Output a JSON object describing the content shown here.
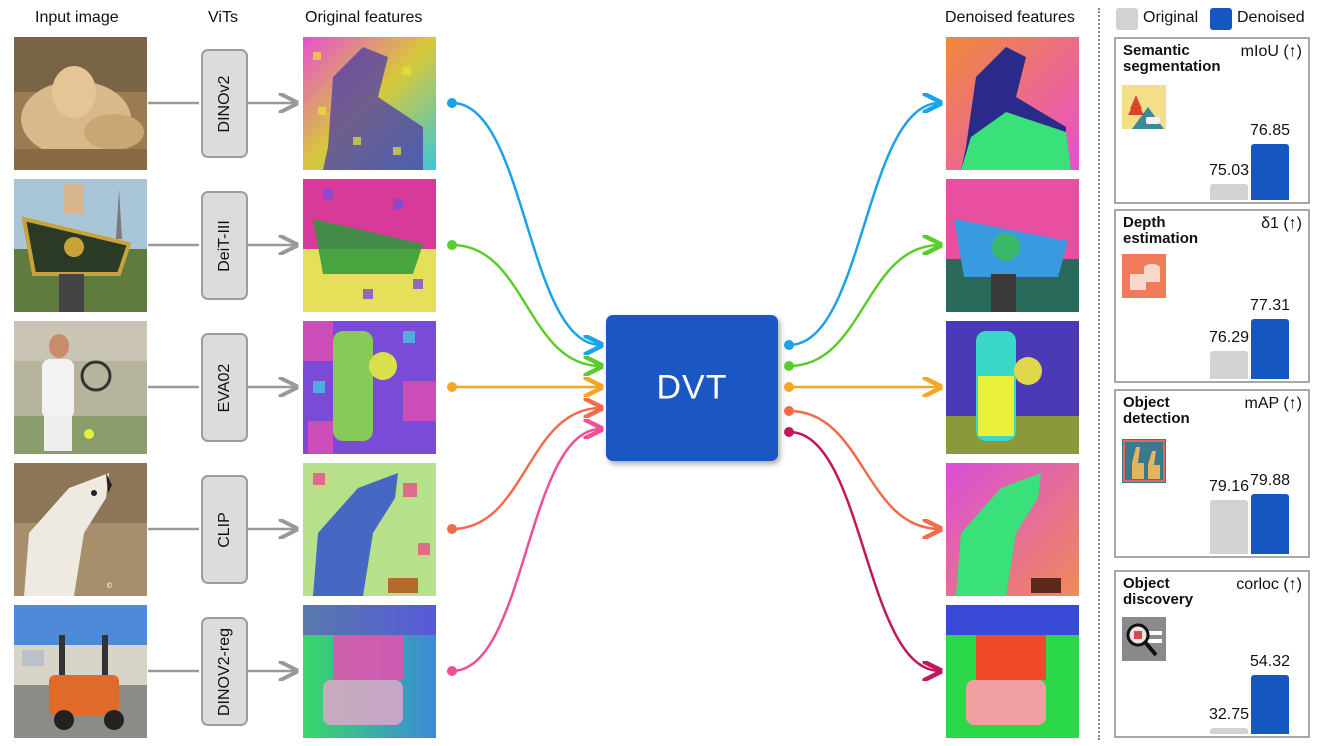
{
  "headers": {
    "input": "Input image",
    "vits": "ViTs",
    "original": "Original features",
    "denoised": "Denoised features"
  },
  "vits": [
    "DINOv2",
    "DeiT-III",
    "EVA02",
    "CLIP",
    "DINOV2-reg"
  ],
  "center": {
    "label": "DVT"
  },
  "arrow_colors": [
    "#1aa3e8",
    "#5ccc2c",
    "#f5a623",
    "#f26b4a",
    "#ef4f96"
  ],
  "out_arrow_colors": [
    "#1aa3e8",
    "#5ccc2c",
    "#f5a623",
    "#f26b4a",
    "#c2185b"
  ],
  "legend": {
    "original": "Original",
    "denoised": "Denoised",
    "original_color": "#d2d2d2",
    "denoised_color": "#1656c0"
  },
  "chart_data": [
    {
      "type": "bar",
      "title": "Semantic segmentation",
      "metric": "mIoU (↑)",
      "categories": [
        "Original",
        "Denoised"
      ],
      "values": [
        75.03,
        76.85
      ],
      "icon": "segmentation-icon"
    },
    {
      "type": "bar",
      "title": "Depth estimation",
      "metric": "δ1 (↑)",
      "categories": [
        "Original",
        "Denoised"
      ],
      "values": [
        76.29,
        77.31
      ],
      "icon": "depth-icon"
    },
    {
      "type": "bar",
      "title": "Object detection",
      "metric": "mAP (↑)",
      "categories": [
        "Original",
        "Denoised"
      ],
      "values": [
        79.16,
        79.88
      ],
      "icon": "giraffe-icon"
    },
    {
      "type": "bar",
      "title": "Object discovery",
      "metric": "corloc (↑)",
      "categories": [
        "Original",
        "Denoised"
      ],
      "values": [
        32.75,
        54.32
      ],
      "icon": "magnifier-icon"
    }
  ]
}
